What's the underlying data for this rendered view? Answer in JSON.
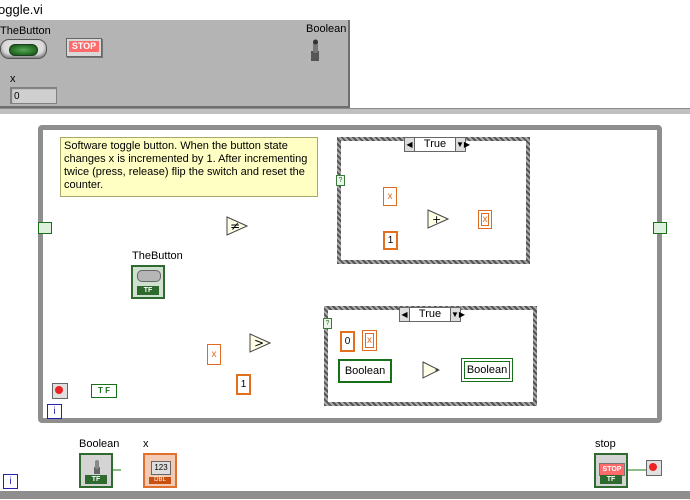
{
  "window": {
    "title": "oggle.vi"
  },
  "front_panel": {
    "button_label": "TheButton",
    "stop_label": "STOP",
    "boolean_label": "Boolean",
    "x_label": "x",
    "x_value": "0"
  },
  "diagram": {
    "comment": "Software toggle button.  When the button state changes x is incremented by 1.  After incrementing twice (press, release) flip the switch and reset the counter.",
    "case_top": {
      "selector": "True",
      "x_in": "x",
      "one_const": "1",
      "x_out": "x",
      "question": "?"
    },
    "case_bottom": {
      "selector": "True",
      "zero_const": "0",
      "x_out": "x",
      "bool_in": "Boolean",
      "bool_out": "Boolean",
      "question": "?"
    },
    "thebutton_label": "TheButton",
    "not_equal_symbol": "≠",
    "greater_symbol": ">",
    "add_symbol": "+",
    "x_local": "x",
    "one_const": "1",
    "tf_const": "T F",
    "tf_badge": "TF",
    "loop_iteration": "i"
  },
  "bottom": {
    "boolean_label": "Boolean",
    "x_label": "x",
    "x_indicator": "123",
    "x_type": "DBL",
    "stop_label": "stop",
    "stop_button_text": "STOP",
    "tf_badge": "TF",
    "iteration": "i"
  }
}
